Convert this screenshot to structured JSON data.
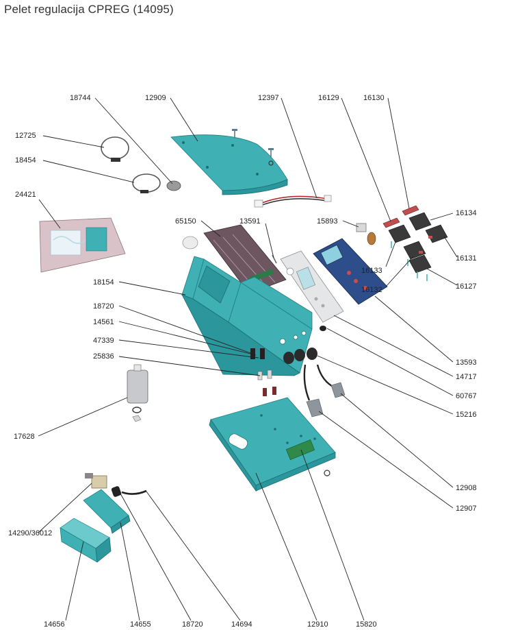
{
  "title": "Pelet regulacija CPREG (14095)",
  "labels": {
    "p18744": "18744",
    "p12909": "12909",
    "p12397": "12397",
    "p16129": "16129",
    "p16130": "16130",
    "p12725": "12725",
    "p18454": "18454",
    "p24421": "24421",
    "p65150": "65150",
    "p13591": "13591",
    "p15893": "15893",
    "p16134": "16134",
    "p16133": "16133",
    "p16131": "16131",
    "p16132": "16132",
    "p16127": "16127",
    "p18154": "18154",
    "p18720a": "18720",
    "p14561": "14561",
    "p47339": "47339",
    "p25836": "25836",
    "p13593": "13593",
    "p14717": "14717",
    "p60767": "60767",
    "p15216": "15216",
    "p17628": "17628",
    "p12908": "12908",
    "p12907": "12907",
    "p14290": "14290/36012",
    "p14656": "14656",
    "p14655": "14655",
    "p18720b": "18720",
    "p14694": "14694",
    "p12910": "12910",
    "p15820": "15820"
  }
}
